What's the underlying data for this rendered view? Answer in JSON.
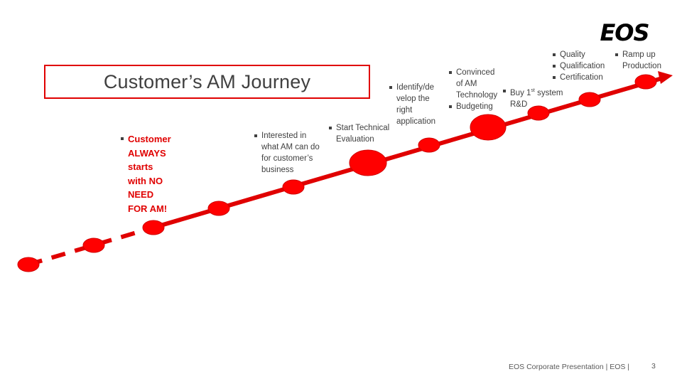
{
  "title": "Customer’s AM Journey",
  "logo_text": "EOS",
  "accent_color": "#e00000",
  "text_color": "#404040",
  "milestones": [
    {
      "id": "start",
      "lines": []
    },
    {
      "id": "m1",
      "lines": []
    },
    {
      "id": "m2",
      "lines": [
        "Customer",
        "ALWAYS",
        "starts",
        "with NO",
        "NEED",
        "FOR AM!"
      ],
      "emphasis": true
    },
    {
      "id": "m3",
      "lines": []
    },
    {
      "id": "m4",
      "lines": [
        "Interested in",
        "what AM can do",
        "for customer’s",
        "business"
      ]
    },
    {
      "id": "m5",
      "lines": [
        "Start Technical",
        "Evaluation"
      ]
    },
    {
      "id": "m6",
      "lines": [
        "Identify/de",
        "velop the",
        "right",
        "application"
      ]
    },
    {
      "id": "m7",
      "items": [
        {
          "lines": [
            "Convinced",
            "of AM",
            "Technology"
          ]
        },
        {
          "lines": [
            "Budgeting"
          ]
        }
      ]
    },
    {
      "id": "m8",
      "lines": [
        "Buy 1",
        "R&D"
      ],
      "superscript": "st",
      "line1_suffix": " system"
    },
    {
      "id": "m9",
      "items": [
        {
          "lines": [
            "Quality"
          ]
        },
        {
          "lines": [
            "Qualification"
          ]
        },
        {
          "lines": [
            "Certification"
          ]
        }
      ]
    },
    {
      "id": "m10",
      "lines": [
        "Ramp up",
        "Production"
      ]
    }
  ],
  "footer": {
    "text": "EOS Corporate Presentation  |  EOS  |",
    "page": "3"
  }
}
